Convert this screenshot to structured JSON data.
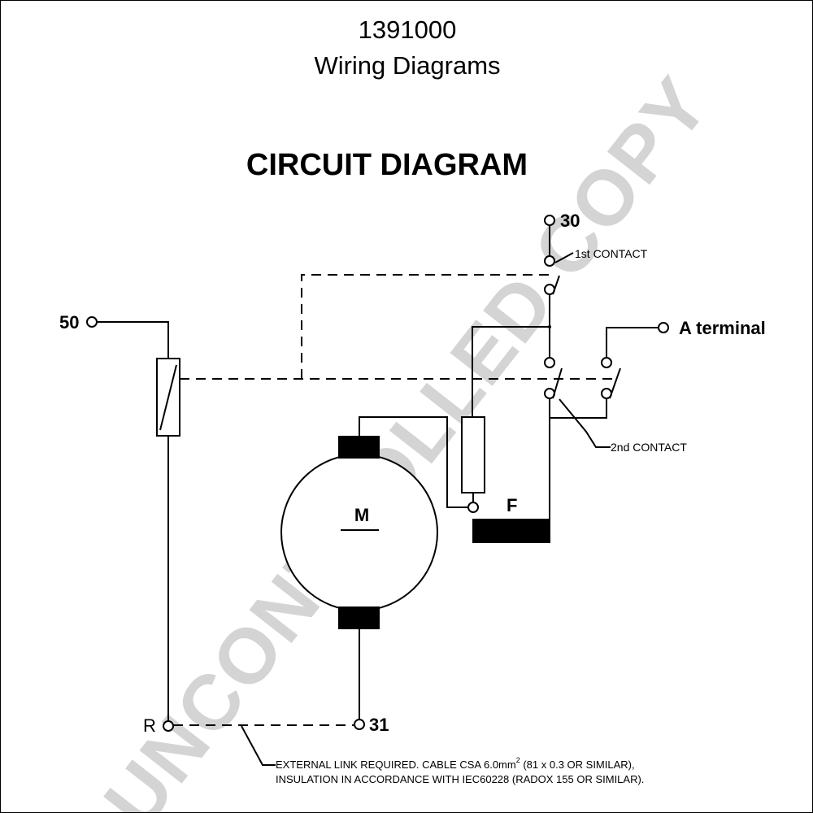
{
  "header": {
    "part_number": "1391000",
    "subtitle": "Wiring Diagrams"
  },
  "diagram": {
    "heading": "CIRCUIT DIAGRAM",
    "terminals": {
      "t30": "30",
      "t50": "50",
      "t31": "31",
      "r": "R",
      "a_terminal": "A terminal",
      "field": "F",
      "motor": "M"
    },
    "labels": {
      "first_contact": "1st CONTACT",
      "second_contact": "2nd CONTACT"
    },
    "note": {
      "line1_prefix": "EXTERNAL LINK REQUIRED. CABLE CSA 6.0mm",
      "line1_sup": "2",
      "line1_suffix": " (81 x 0.3 OR SIMILAR),",
      "line2": "INSULATION IN ACCORDANCE WITH IEC60228 (RADOX 155 OR SIMILAR)."
    }
  },
  "watermark": "UNCONTROLLED COPY"
}
